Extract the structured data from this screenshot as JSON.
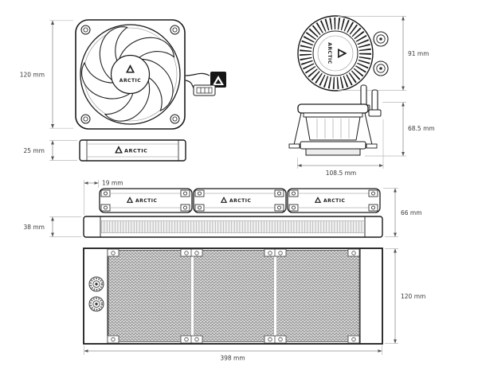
{
  "brand": "ARCTIC",
  "views": {
    "fan_front": {
      "dim_height": "120 mm",
      "logo": "ARCTIC"
    },
    "fan_side": {
      "dim_thickness": "25 mm",
      "logo": "ARCTIC"
    },
    "pump_top": {
      "dim_diameter": "91 mm",
      "logo": "ARCTIC"
    },
    "pump_side": {
      "dim_height": "68.5 mm",
      "dim_width": "108.5 mm"
    },
    "radiator_top": {
      "dim_offset": "19 mm",
      "dim_total_height": "66 mm",
      "dim_core_thickness": "38 mm",
      "fans": [
        {
          "logo": "ARCTIC"
        },
        {
          "logo": "ARCTIC"
        },
        {
          "logo": "ARCTIC"
        }
      ]
    },
    "radiator_face": {
      "dim_height": "120 mm",
      "dim_length": "398 mm"
    }
  }
}
